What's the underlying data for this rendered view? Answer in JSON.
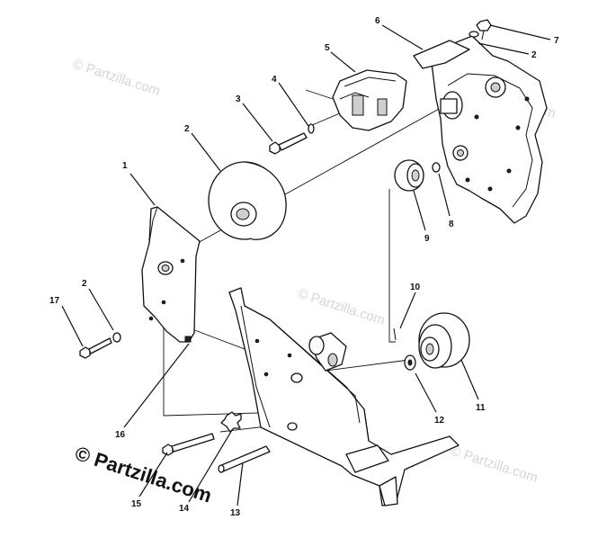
{
  "watermarks": {
    "main": "© Partzilla.com",
    "faint": [
      "© Partzilla.com",
      "© Partzilla.com",
      "© Partzilla.com",
      "© Partzilla.com"
    ]
  },
  "callouts": [
    "1",
    "2",
    "3",
    "4",
    "5",
    "6",
    "2",
    "7",
    "8",
    "9",
    "2",
    "17",
    "10",
    "12",
    "11",
    "16",
    "13",
    "14",
    "15"
  ]
}
